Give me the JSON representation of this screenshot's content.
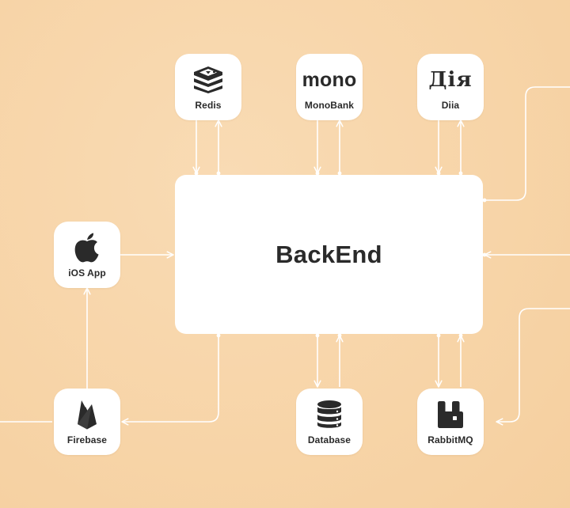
{
  "diagram": {
    "center": {
      "label": "BackEnd"
    },
    "nodes": {
      "redis": {
        "label": "Redis",
        "icon": "redis-stack-icon"
      },
      "monobank": {
        "label": "MonoBank",
        "wordmark": "mono",
        "icon": "mono-wordmark"
      },
      "diia": {
        "label": "Diia",
        "wordmark": "Дія",
        "icon": "diia-wordmark"
      },
      "ios_app": {
        "label": "iOS App",
        "icon": "apple-icon"
      },
      "firebase": {
        "label": "Firebase",
        "icon": "firebase-flame-icon"
      },
      "database": {
        "label": "Database",
        "icon": "database-cylinder-icon"
      },
      "rabbitmq": {
        "label": "RabbitMQ",
        "icon": "rabbitmq-icon"
      }
    },
    "colors": {
      "background": "#f8d8ad",
      "tile": "#ffffff",
      "line": "#ffffff",
      "text": "#2a2a2a"
    }
  }
}
